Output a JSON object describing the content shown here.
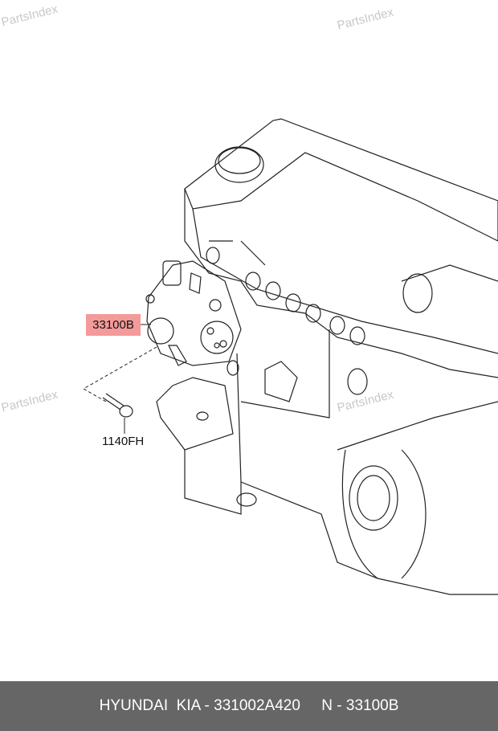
{
  "watermarks": [
    "PartsIndex",
    "PartsIndex",
    "PartsIndex",
    "PartsIndex"
  ],
  "callouts": {
    "main_part": "33100B",
    "bolt": "1140FH"
  },
  "footer": {
    "brand": "HYUNDAI  KIA",
    "part_number": "331002A420",
    "ref": "N - 33100B",
    "text": "HYUNDAI  KIA - 331002A420     N - 33100B"
  },
  "colors": {
    "highlight": "#f49a9a",
    "footer_bg": "#666666",
    "footer_text": "#ffffff"
  }
}
